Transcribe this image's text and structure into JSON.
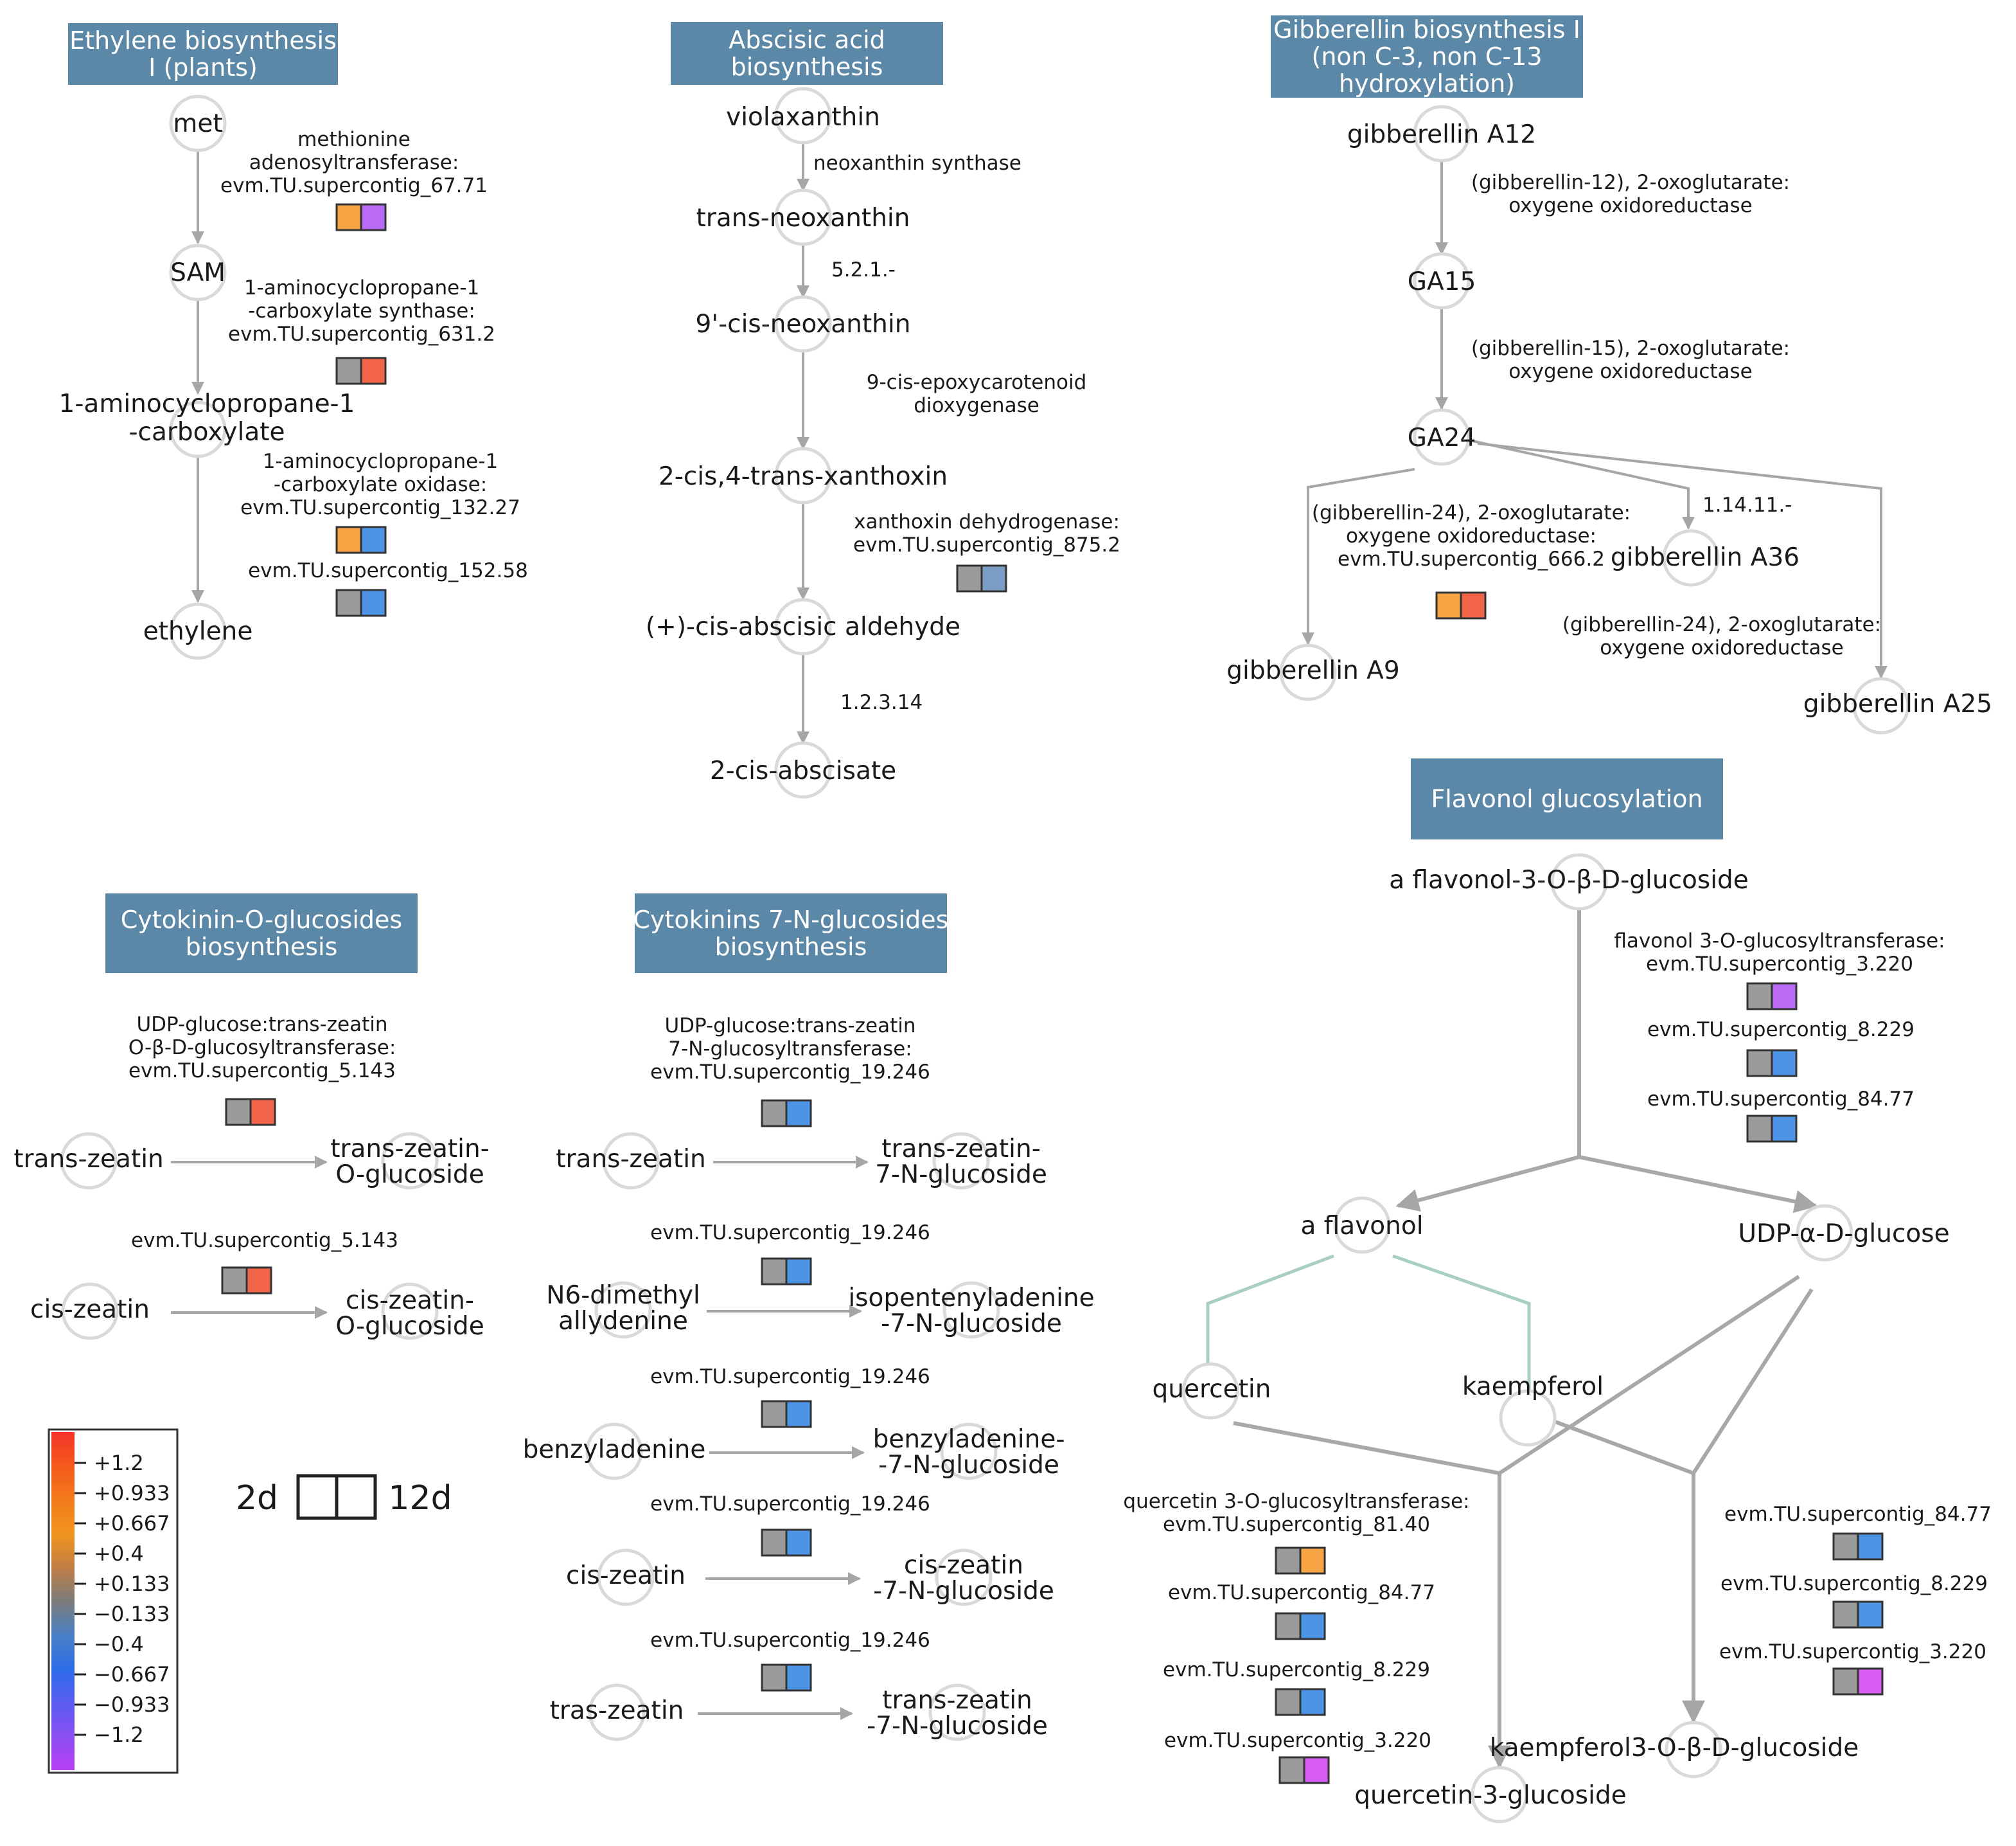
{
  "colors": {
    "grey": "#9b9b9b",
    "orange": "#f6a444",
    "red": "#f26448",
    "blue": "#4d94e6",
    "steel_blue": "#7c9ec6",
    "purple": "#b96cf3",
    "magenta": "#d75cf4",
    "title_box": "#5a88a6",
    "node_stroke": "#d9d9d9",
    "edge": "#a6a6a6",
    "teal_edge": "#a8cfc0"
  },
  "titles": {
    "ethylene": [
      "Ethylene biosynthesis",
      "I (plants)"
    ],
    "aba": [
      "Abscisic acid",
      "biosynthesis"
    ],
    "gibberellin": [
      "Gibberellin biosynthesis I",
      "(non C-3, non C-13",
      "hydroxylation)"
    ],
    "flavonol": [
      "Flavonol glucosylation"
    ],
    "cytokinin_o": [
      "Cytokinin-O-glucosides",
      "biosynthesis"
    ],
    "cytokinin_7n": [
      "Cytokinins 7-N-glucosides",
      "biosynthesis"
    ]
  },
  "ethylene": {
    "met": "met",
    "sam": "SAM",
    "acc": [
      "1-aminocyclopropane-1",
      "-carboxylate"
    ],
    "ethylene": "ethylene",
    "enz1": [
      "methionine",
      "adenosyltransferase:",
      "evm.TU.supercontig_67.71"
    ],
    "enz2": [
      "1-aminocyclopropane-1",
      "-carboxylate synthase:",
      "evm.TU.supercontig_631.2"
    ],
    "enz3": [
      "1-aminocyclopropane-1",
      "-carboxylate oxidase:",
      "evm.TU.supercontig_132.27"
    ],
    "enz4": [
      "evm.TU.supercontig_152.58"
    ]
  },
  "aba": {
    "violaxanthin": "violaxanthin",
    "trans_neoxanthin": "trans-neoxanthin",
    "cis_neoxanthin": "9'-cis-neoxanthin",
    "xanthoxin": "2-cis,4-trans-xanthoxin",
    "aldehyde": "(+)-cis-abscisic aldehyde",
    "abscisate": "2-cis-abscisate",
    "enz1": [
      "neoxanthin synthase"
    ],
    "enz2": [
      "5.2.1.-"
    ],
    "enz3": [
      "9-cis-epoxycarotenoid",
      "dioxygenase"
    ],
    "enz4": [
      "xanthoxin dehydrogenase:",
      "evm.TU.supercontig_875.2"
    ],
    "enz5": [
      "1.2.3.14"
    ]
  },
  "gibberellin": {
    "ga12": "gibberellin A12",
    "ga15": "GA15",
    "ga24": "GA24",
    "ga9": "gibberellin A9",
    "ga36": "gibberellin A36",
    "ga25": "gibberellin A25",
    "enz1": [
      "(gibberellin-12), 2-oxoglutarate:",
      "oxygene oxidoreductase"
    ],
    "enz2": [
      "(gibberellin-15), 2-oxoglutarate:",
      "oxygene oxidoreductase"
    ],
    "enz3": [
      "(gibberellin-24), 2-oxoglutarate:",
      "oxygene oxidoreductase:",
      "evm.TU.supercontig_666.2"
    ],
    "enz4": [
      "1.14.11.-"
    ],
    "enz5": [
      "(gibberellin-24), 2-oxoglutarate:",
      "oxygene oxidoreductase"
    ]
  },
  "cytokinin_o": {
    "trans_zeatin": "trans-zeatin",
    "trans_product": [
      "trans-zeatin-",
      "O-glucoside"
    ],
    "cis_zeatin": "cis-zeatin",
    "cis_product": [
      "cis-zeatin-",
      "O-glucoside"
    ],
    "enz1": [
      "UDP-glucose:trans-zeatin",
      "O-β-D-glucosyltransferase:",
      "evm.TU.supercontig_5.143"
    ],
    "enz2": [
      "evm.TU.supercontig_5.143"
    ]
  },
  "cytokinin_7n": {
    "r1_sub": [
      "trans-zeatin"
    ],
    "r1_prod": [
      "trans-zeatin-",
      "7-N-glucoside"
    ],
    "r1_enz": [
      "UDP-glucose:trans-zeatin",
      "7-N-glucosyltransferase:",
      "evm.TU.supercontig_19.246"
    ],
    "r2_sub": [
      "N6-dimethyl",
      "allydenine"
    ],
    "r2_prod": [
      "isopentenyladenine",
      "-7-N-glucoside"
    ],
    "r2_enz": [
      "evm.TU.supercontig_19.246"
    ],
    "r3_sub": [
      "benzyladenine"
    ],
    "r3_prod": [
      "benzyladenine-",
      "-7-N-glucoside"
    ],
    "r3_enz": [
      "evm.TU.supercontig_19.246"
    ],
    "r4_sub": [
      "cis-zeatin"
    ],
    "r4_prod": [
      "cis-zeatin",
      "-7-N-glucoside"
    ],
    "r4_enz": [
      "evm.TU.supercontig_19.246"
    ],
    "r5_sub": [
      "tras-zeatin"
    ],
    "r5_prod": [
      "trans-zeatin",
      "-7-N-glucoside"
    ],
    "r5_enz": [
      "evm.TU.supercontig_19.246"
    ]
  },
  "flavonol": {
    "glucoside": "a flavonol-3-O-β-D-glucoside",
    "flavonol": "a flavonol",
    "udp": "UDP-α-D-glucose",
    "quercetin": "quercetin",
    "kaempferol": "kaempferol",
    "q3g": "quercetin-3-glucoside",
    "k3g": "kaempferol3-O-β-D-glucoside",
    "enz_top": [
      "flavonol 3-O-glucosyltransferase:",
      "evm.TU.supercontig_3.220"
    ],
    "enz_top2": [
      "evm.TU.supercontig_8.229"
    ],
    "enz_top3": [
      "evm.TU.supercontig_84.77"
    ],
    "enz_q1": [
      "quercetin 3-O-glucosyltransferase:",
      "evm.TU.supercontig_81.40"
    ],
    "enz_q2": [
      "evm.TU.supercontig_84.77"
    ],
    "enz_q3": [
      "evm.TU.supercontig_8.229"
    ],
    "enz_q4": [
      "evm.TU.supercontig_3.220"
    ],
    "enz_k1": [
      "evm.TU.supercontig_84.77"
    ],
    "enz_k2": [
      "evm.TU.supercontig_8.229"
    ],
    "enz_k3": [
      "evm.TU.supercontig_3.220"
    ]
  },
  "legend": {
    "ticks": [
      "+1.2",
      "+0.933",
      "+0.667",
      "+0.4",
      "+0.133",
      "−0.133",
      "−0.4",
      "−0.667",
      "−0.933",
      "−1.2"
    ],
    "gradient_colors": [
      "#f5322a",
      "#f35a1c",
      "#f37a1b",
      "#f1951f",
      "#c07e45",
      "#7c7c7c",
      "#4a7fc4",
      "#2d6de8",
      "#5a5cf0",
      "#8a4ff2",
      "#b83ff3"
    ],
    "label_left": "2d",
    "label_right": "12d"
  }
}
